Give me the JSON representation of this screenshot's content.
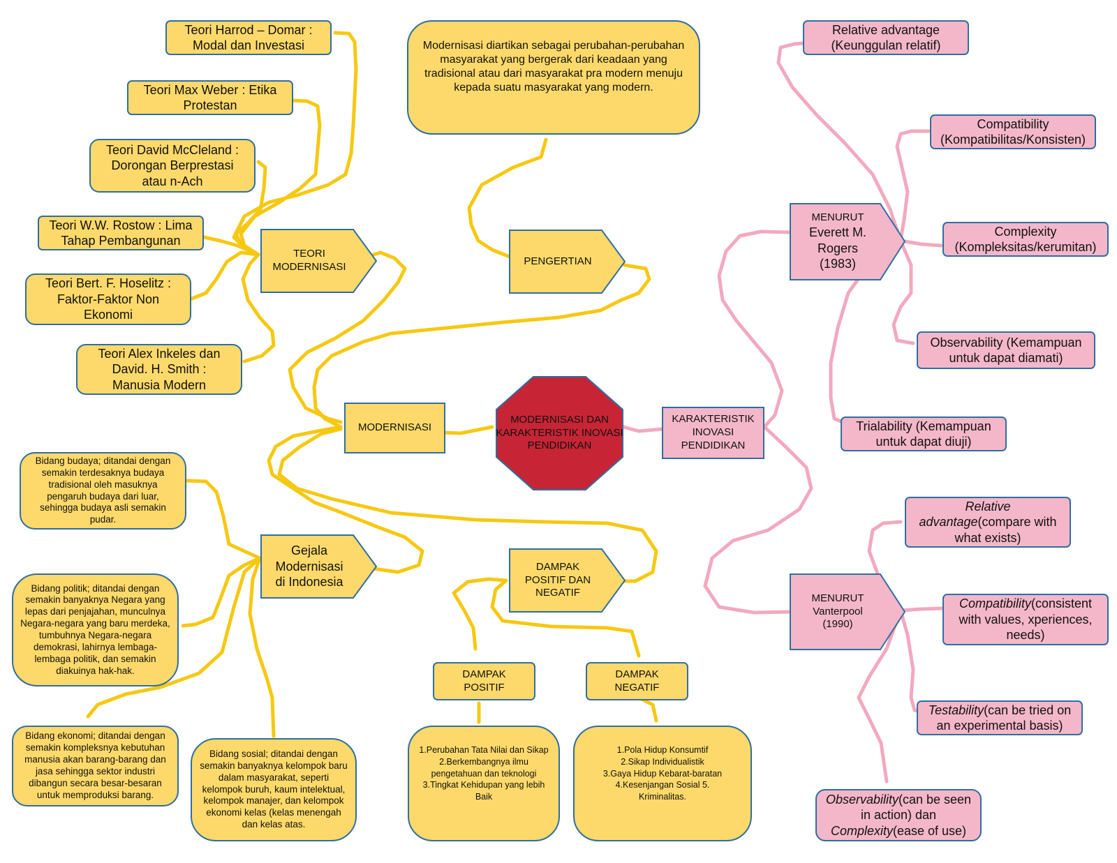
{
  "center": {
    "label": "MODERNISASI DAN KARAKTERISTIK INOVASI PENDIDIKAN"
  },
  "modernisasi": {
    "label": "MODERNISASI"
  },
  "pengertian": {
    "label": "PENGERTIAN",
    "definition": "Modernisasi diartikan sebagai perubahan-perubahan masyarakat yang bergerak dari keadaan yang tradisional atau dari masyarakat pra modern menuju kepada suatu masyarakat yang modern."
  },
  "teori": {
    "label": "TEORI\nMODERNISASI",
    "items": [
      "Teori Harrod – Domar :\nModal dan Investasi",
      "Teori Max Weber : Etika\nProtestan",
      "Teori David McCleland :\nDorongan Berprestasi\natau n-Ach",
      "Teori W.W. Rostow : Lima\nTahap Pembangunan",
      "Teori Bert. F. Hoselitz :\nFaktor-Faktor Non\nEkonomi",
      "Teori Alex Inkeles dan\nDavid. H. Smith :\nManusia Modern"
    ]
  },
  "gejala": {
    "label": "Gejala\nModernisasi\ndi Indonesia",
    "items": [
      "Bidang budaya; ditandai dengan semakin terdesaknya budaya tradisional oleh masuknya pengaruh budaya dari luar, sehingga budaya asli semakin pudar.",
      "Bidang politik; ditandai dengan semakin banyaknya Negara yang lepas dari penjajahan, munculnya Negara-negara yang baru merdeka, tumbuhnya Negara-negara demokrasi, lahirnya lembaga-lembaga politik, dan semakin diakuinya hak-hak.",
      "Bidang ekonomi; ditandai dengan semakin kompleksnya kebutuhan manusia akan barang-barang dan jasa sehingga sektor industri dibangun secara besar-besaran untuk memproduksi barang.",
      "Bidang sosial; ditandai dengan semakin banyaknya kelompok baru dalam masyarakat, seperti kelompok buruh, kaum intelektual, kelompok manajer, dan kelompok ekonomi kelas (kelas menengah dan kelas atas."
    ]
  },
  "dampak": {
    "label": "DAMPAK\nPOSITIF DAN\nNEGATIF",
    "positif": {
      "label": "DAMPAK\nPOSITIF",
      "text": "1.Perubahan Tata Nilai dan Sikap\n2.Berkembangnya ilmu pengetahuan dan teknologi\n3.Tingkat Kehidupan yang lebih Baik"
    },
    "negatif": {
      "label": "DAMPAK\nNEGATIF",
      "text": "1.Pola Hidup Konsumtif\n2.Sikap Individualistik\n3.Gaya Hidup Kebarat-baratan\n4.Kesenjangan Sosial        5.\nKriminalitas."
    }
  },
  "karakteristik": {
    "label": "KARAKTERISTIK\nINOVASI\nPENDIDIKAN",
    "rogers": {
      "label_line1": "MENURUT",
      "label_rest": "Everett M.\nRogers\n(1983)",
      "items": [
        "Relative advantage\n(Keunggulan relatif)",
        "Compatibility\n(Kompatibilitas/Konsisten)",
        "Complexity\n(Kompleksitas/kerumitan)",
        "Observability (Kemampuan\nuntuk dapat diamati)",
        "Trialability (Kemampuan\nuntuk dapat diuji)"
      ]
    },
    "vanterpool": {
      "label": "MENURUT\nVanterpool\n(1990)",
      "items": [
        {
          "italic": "Relative advantage",
          "rest": "(compare with what exists)"
        },
        {
          "italic": "Compatibility",
          "rest": "(consistent with values, xperiences, needs)"
        },
        {
          "italic": "Testability",
          "rest": "(can be tried on an experimental basis)"
        },
        {
          "italic": "Observability",
          "rest": "(can be seen in action) dan",
          "italic2": "Complexity",
          "rest2": "(ease of use)"
        }
      ]
    }
  },
  "colors": {
    "yellow": "#fcd96a",
    "pink": "#f4b7c9",
    "red": "#c72535",
    "border": "#2f6ea0",
    "link_yellow": "#f6c812",
    "link_pink": "#f2a9bf"
  }
}
